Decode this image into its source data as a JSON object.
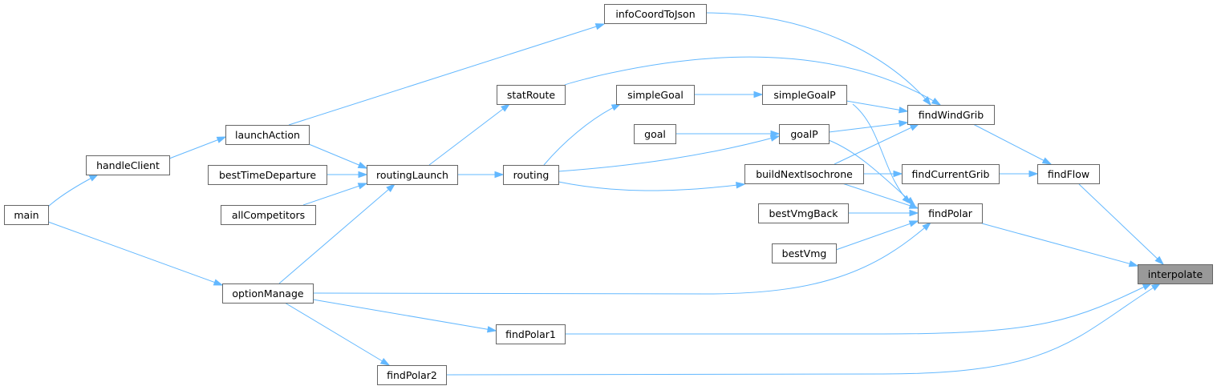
{
  "graph": {
    "type": "caller-graph",
    "colors": {
      "edge": "#63b8ff",
      "node_border": "#666666",
      "node_fill": "#ffffff",
      "focus_fill": "#999999"
    },
    "focus_node": "interpolate",
    "nodes": [
      {
        "id": "main",
        "label": "main"
      },
      {
        "id": "handleClient",
        "label": "handleClient"
      },
      {
        "id": "launchAction",
        "label": "launchAction"
      },
      {
        "id": "bestTimeDeparture",
        "label": "bestTimeDeparture"
      },
      {
        "id": "allCompetitors",
        "label": "allCompetitors"
      },
      {
        "id": "optionManage",
        "label": "optionManage"
      },
      {
        "id": "routingLaunch",
        "label": "routingLaunch"
      },
      {
        "id": "statRoute",
        "label": "statRoute"
      },
      {
        "id": "routing",
        "label": "routing"
      },
      {
        "id": "findPolar2",
        "label": "findPolar2"
      },
      {
        "id": "findPolar1",
        "label": "findPolar1"
      },
      {
        "id": "infoCoordToJson",
        "label": "infoCoordToJson"
      },
      {
        "id": "simpleGoal",
        "label": "simpleGoal"
      },
      {
        "id": "goal",
        "label": "goal"
      },
      {
        "id": "simpleGoalP",
        "label": "simpleGoalP"
      },
      {
        "id": "goalP",
        "label": "goalP"
      },
      {
        "id": "buildNextIsochrone",
        "label": "buildNextIsochrone"
      },
      {
        "id": "bestVmgBack",
        "label": "bestVmgBack"
      },
      {
        "id": "bestVmg",
        "label": "bestVmg"
      },
      {
        "id": "findWindGrib",
        "label": "findWindGrib"
      },
      {
        "id": "findCurrentGrib",
        "label": "findCurrentGrib"
      },
      {
        "id": "findPolar",
        "label": "findPolar"
      },
      {
        "id": "findFlow",
        "label": "findFlow"
      },
      {
        "id": "interpolate",
        "label": "interpolate"
      }
    ],
    "edges": [
      {
        "from": "handleClient",
        "to": "main"
      },
      {
        "from": "optionManage",
        "to": "main"
      },
      {
        "from": "launchAction",
        "to": "handleClient"
      },
      {
        "from": "infoCoordToJson",
        "to": "launchAction"
      },
      {
        "from": "routingLaunch",
        "to": "launchAction"
      },
      {
        "from": "routingLaunch",
        "to": "bestTimeDeparture"
      },
      {
        "from": "routingLaunch",
        "to": "allCompetitors"
      },
      {
        "from": "routingLaunch",
        "to": "optionManage"
      },
      {
        "from": "findPolar",
        "to": "optionManage"
      },
      {
        "from": "findPolar1",
        "to": "optionManage"
      },
      {
        "from": "findPolar2",
        "to": "optionManage"
      },
      {
        "from": "statRoute",
        "to": "routingLaunch"
      },
      {
        "from": "routing",
        "to": "routingLaunch"
      },
      {
        "from": "findWindGrib",
        "to": "statRoute"
      },
      {
        "from": "simpleGoal",
        "to": "routing"
      },
      {
        "from": "goalP",
        "to": "routing"
      },
      {
        "from": "buildNextIsochrone",
        "to": "routing"
      },
      {
        "from": "simpleGoalP",
        "to": "simpleGoal"
      },
      {
        "from": "goalP",
        "to": "goal"
      },
      {
        "from": "findWindGrib",
        "to": "infoCoordToJson"
      },
      {
        "from": "findWindGrib",
        "to": "simpleGoalP"
      },
      {
        "from": "findPolar",
        "to": "simpleGoalP"
      },
      {
        "from": "findWindGrib",
        "to": "goalP"
      },
      {
        "from": "findPolar",
        "to": "goalP"
      },
      {
        "from": "findWindGrib",
        "to": "buildNextIsochrone"
      },
      {
        "from": "findCurrentGrib",
        "to": "buildNextIsochrone"
      },
      {
        "from": "findPolar",
        "to": "buildNextIsochrone"
      },
      {
        "from": "findPolar",
        "to": "bestVmgBack"
      },
      {
        "from": "findPolar",
        "to": "bestVmg"
      },
      {
        "from": "findFlow",
        "to": "findWindGrib"
      },
      {
        "from": "findFlow",
        "to": "findCurrentGrib"
      },
      {
        "from": "interpolate",
        "to": "findFlow"
      },
      {
        "from": "interpolate",
        "to": "findPolar"
      },
      {
        "from": "interpolate",
        "to": "findPolar1"
      },
      {
        "from": "interpolate",
        "to": "findPolar2"
      }
    ]
  }
}
